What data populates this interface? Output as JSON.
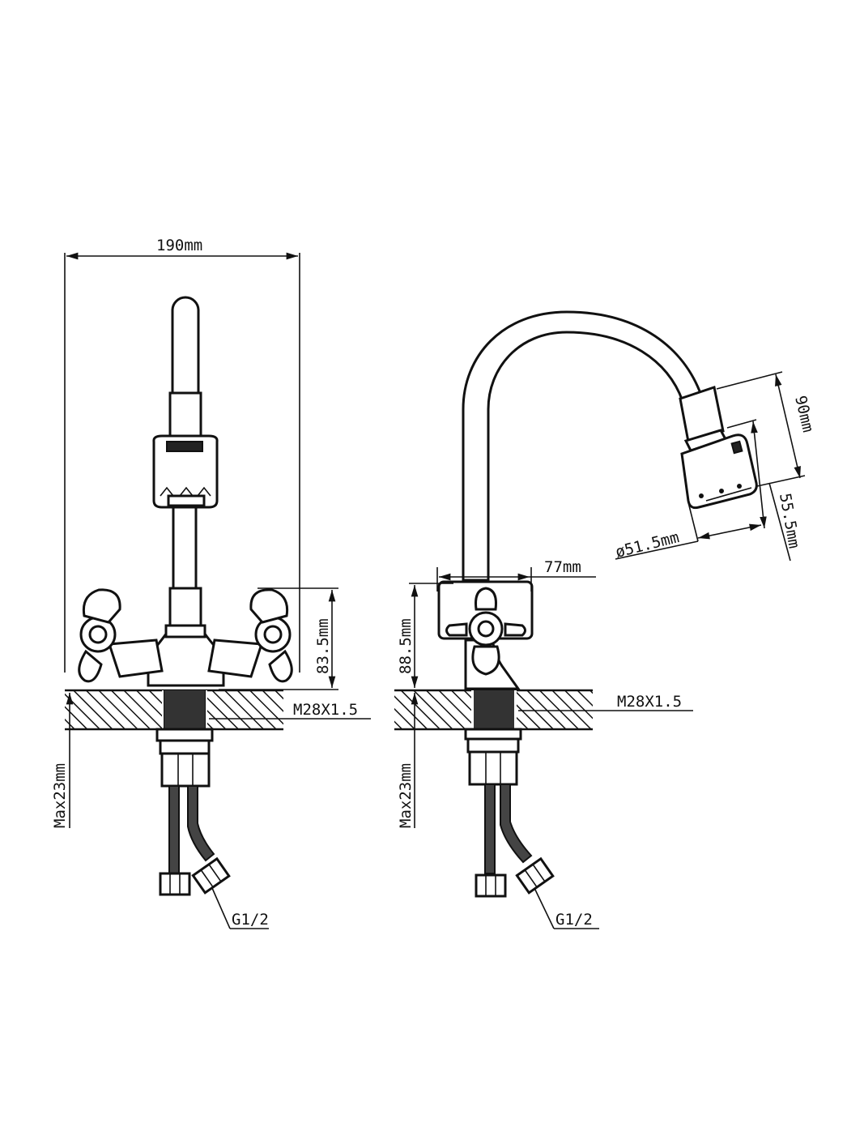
{
  "front_view": {
    "width_label": "190mm",
    "handle_height_label": "83.5mm",
    "thread_label": "M28X1.5",
    "max_thickness_label": "Max23mm",
    "hose_thread_label": "G1/2"
  },
  "side_view": {
    "reach_label": "77mm",
    "handle_height_label": "88.5mm",
    "thread_label": "M28X1.5",
    "max_thickness_label": "Max23mm",
    "hose_thread_label": "G1/2",
    "aerator_height_label": "90mm",
    "aerator_length_label": "55.5mm",
    "aerator_diameter_label": "ø51.5mm"
  }
}
